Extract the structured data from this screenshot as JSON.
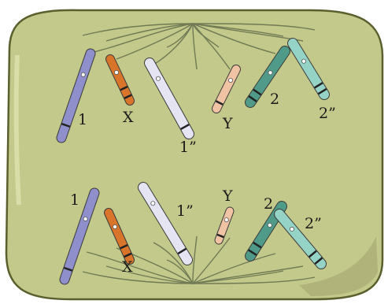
{
  "diagram": {
    "top_set": {
      "labels": {
        "chr1": "1",
        "chrX": "X",
        "chr1p": "1”",
        "chrY": "Y",
        "chr2": "2",
        "chr2p": "2”"
      }
    },
    "bottom_set": {
      "labels": {
        "chr1": "1",
        "chrX": "X",
        "chr1p": "1”",
        "chrY": "Y",
        "chr2": "2",
        "chr2p": "2”"
      }
    },
    "colors": {
      "cell_fill": "#c3c98a",
      "cell_border": "#5a5f2e",
      "spindle": "#707a55",
      "chr1": "#8f8fcc",
      "chrX": "#d9752a",
      "chr1p": "#e4e4f2",
      "chrY": "#efc3a3",
      "chr2": "#4f9a88",
      "chr2p": "#96d3c7",
      "band": "#222222",
      "centromere": "#ffffff"
    }
  }
}
